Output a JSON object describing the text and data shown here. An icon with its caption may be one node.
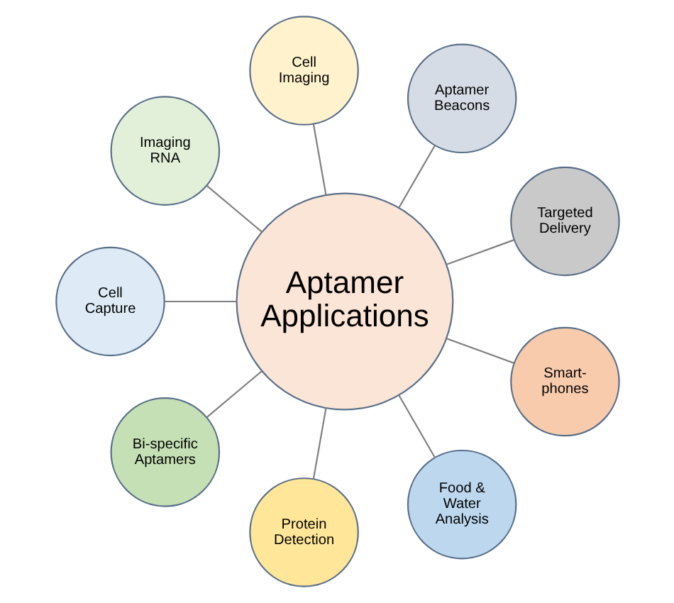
{
  "diagram": {
    "nodes": [
      {
        "text": [
          "Aptamer Applications"
        ]
      },
      {
        "text": [
          "Targeted Delivery"
        ]
      },
      {
        "text": [
          "Aptamer Beacons"
        ]
      },
      {
        "text": [
          "Cell Imaging"
        ]
      },
      {
        "text": [
          "Imaging RNA"
        ]
      },
      {
        "text": [
          "Cell Capture"
        ]
      },
      {
        "text": [
          "Bi-specific Aptamers"
        ]
      },
      {
        "text": [
          "Protein Detection"
        ]
      },
      {
        "text": [
          "Food & Water Analysis"
        ]
      },
      {
        "text": [
          "Smart- phones"
        ]
      }
    ],
    "edges": [
      {
        "from": 0,
        "to": 1,
        "arrow": "none"
      },
      {
        "from": 0,
        "to": 2,
        "arrow": "none"
      },
      {
        "from": 0,
        "to": 3,
        "arrow": "none"
      },
      {
        "from": 0,
        "to": 4,
        "arrow": "none"
      },
      {
        "from": 0,
        "to": 5,
        "arrow": "none"
      },
      {
        "from": 0,
        "to": 6,
        "arrow": "none"
      },
      {
        "from": 0,
        "to": 7,
        "arrow": "none"
      },
      {
        "from": 0,
        "to": 8,
        "arrow": "none"
      },
      {
        "from": 0,
        "to": 9,
        "arrow": "none"
      }
    ]
  }
}
